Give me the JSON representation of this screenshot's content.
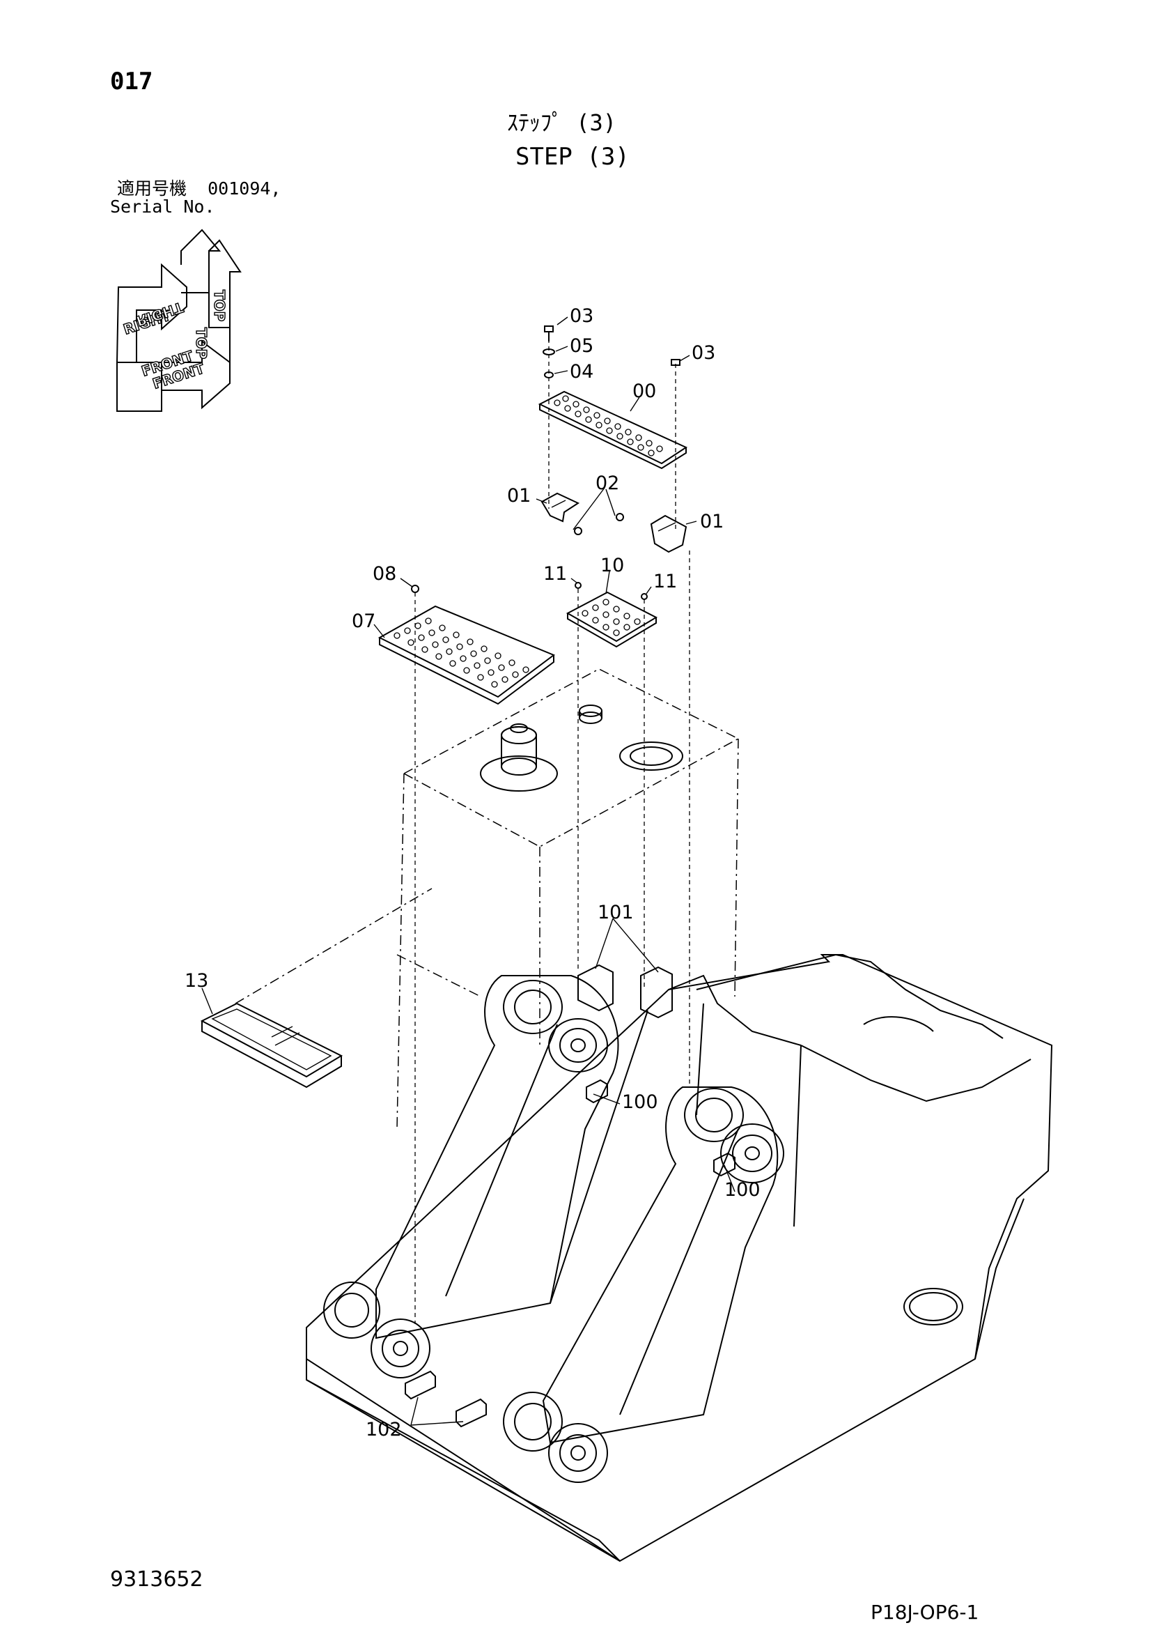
{
  "header": {
    "page_number": "017",
    "title_jp": "ｽﾃｯﾌﾟ (3)",
    "title_en": "STEP (3)",
    "serial_label_jp": "適用号機",
    "serial_value": "001094,",
    "serial_label_en": "Serial No."
  },
  "orientation_indicator": {
    "labels": [
      "TOP",
      "TOP",
      "RIGHT",
      "RIGHT",
      "FRONT",
      "FRONT"
    ]
  },
  "callouts": [
    {
      "id": "callout-03-a",
      "label": "03"
    },
    {
      "id": "callout-05",
      "label": "05"
    },
    {
      "id": "callout-04",
      "label": "04"
    },
    {
      "id": "callout-03-b",
      "label": "03"
    },
    {
      "id": "callout-00",
      "label": "00"
    },
    {
      "id": "callout-01-a",
      "label": "01"
    },
    {
      "id": "callout-02",
      "label": "02"
    },
    {
      "id": "callout-01-b",
      "label": "01"
    },
    {
      "id": "callout-08",
      "label": "08"
    },
    {
      "id": "callout-11-a",
      "label": "11"
    },
    {
      "id": "callout-10",
      "label": "10"
    },
    {
      "id": "callout-11-b",
      "label": "11"
    },
    {
      "id": "callout-07",
      "label": "07"
    },
    {
      "id": "callout-101",
      "label": "101"
    },
    {
      "id": "callout-13",
      "label": "13"
    },
    {
      "id": "callout-100-a",
      "label": "100"
    },
    {
      "id": "callout-100-b",
      "label": "100"
    },
    {
      "id": "callout-102",
      "label": "102"
    }
  ],
  "footer": {
    "drawing_number": "9313652",
    "page_code": "P18J-OP6-1"
  }
}
